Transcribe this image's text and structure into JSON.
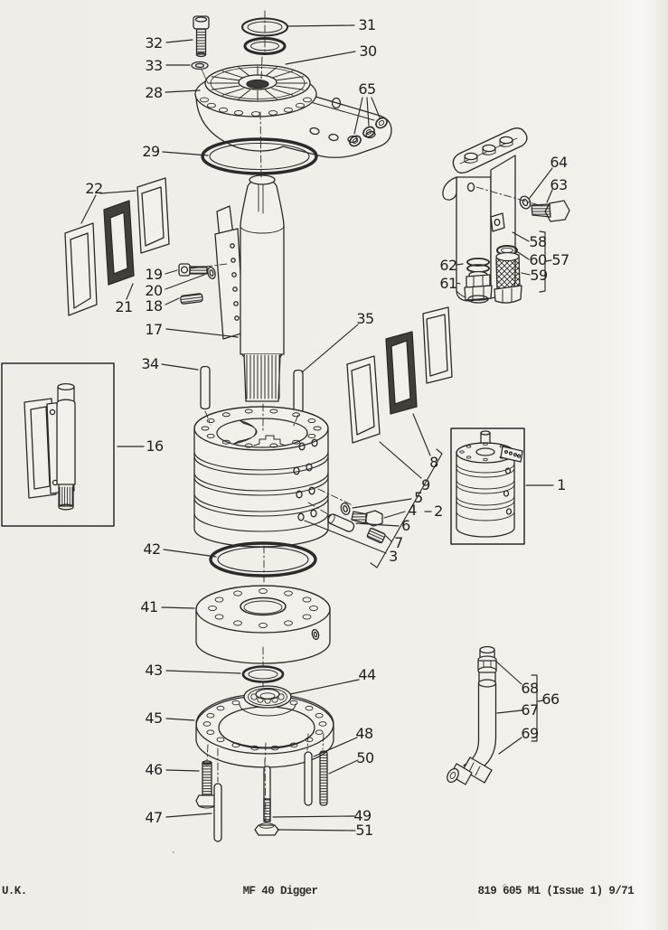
{
  "doc": {
    "footer_left": "U.K.",
    "footer_center": "MF 40 Digger",
    "footer_right": "819 605 M1 (Issue 1) 9/71"
  },
  "figure": {
    "description": "Exploded parts diagram of swing unit assembly",
    "callouts": {
      "c1": "1",
      "c2": "2",
      "c3": "3",
      "c4": "4",
      "c5": "5",
      "c6": "6",
      "c7": "7",
      "c8": "8",
      "c9": "9",
      "c16": "16",
      "c17": "17",
      "c18": "18",
      "c19": "19",
      "c20": "20",
      "c21": "21",
      "c22": "22",
      "c28": "28",
      "c29": "29",
      "c30": "30",
      "c31": "31",
      "c32": "32",
      "c33": "33",
      "c34": "34",
      "c35": "35",
      "c41": "41",
      "c42": "42",
      "c43": "43",
      "c44": "44",
      "c45": "45",
      "c46": "46",
      "c47": "47",
      "c48": "48",
      "c49": "49",
      "c50": "50",
      "c51": "51",
      "c57": "57",
      "c58": "58",
      "c59": "59",
      "c60": "60",
      "c61": "61",
      "c62": "62",
      "c63": "63",
      "c64": "64",
      "c65": "65",
      "c66": "66",
      "c67": "67",
      "c68": "68",
      "c69": "69"
    }
  },
  "colors": {
    "ink": "#2b2a26",
    "paper": "#f2f0ea",
    "gasket_dark": "#403f3a"
  }
}
